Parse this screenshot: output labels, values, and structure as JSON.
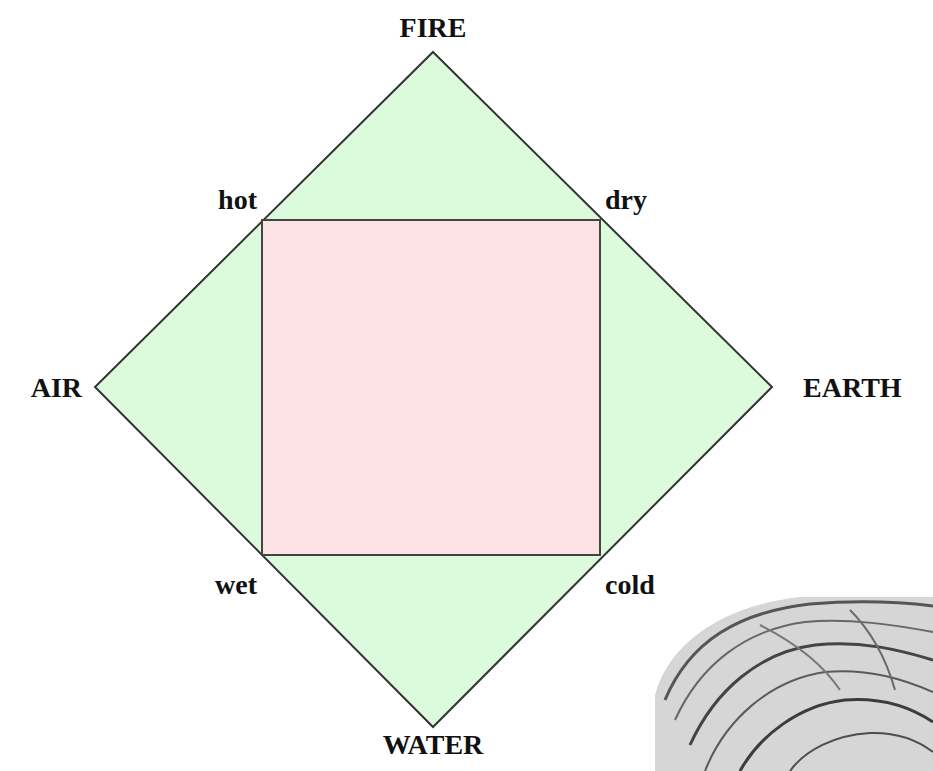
{
  "diagram": {
    "labels": [
      "FIRE",
      "hot",
      "dry",
      "AIR",
      "EARTH",
      "wet",
      "cold",
      "WATER"
    ]
  }
}
